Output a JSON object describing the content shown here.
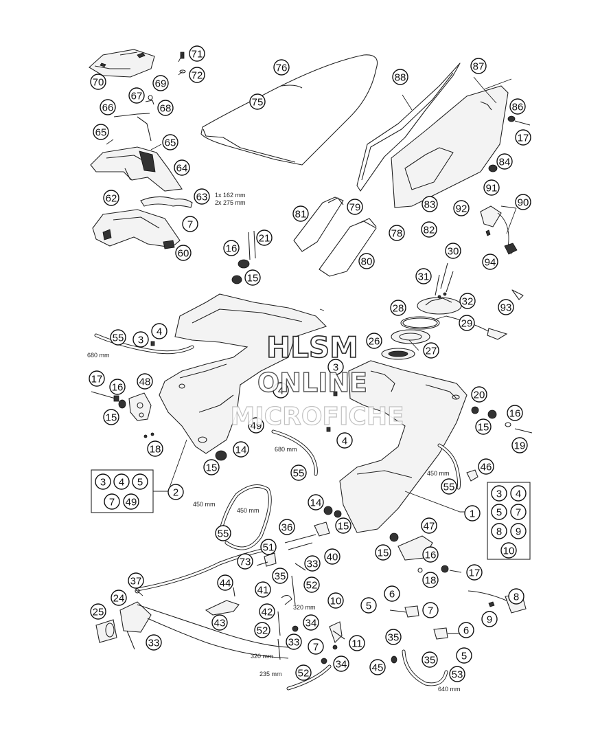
{
  "watermark": {
    "line1": "HLSM",
    "line2": "ONLINE",
    "line3": "MICROFICHE"
  },
  "dimensions": {
    "cut_lengths": "1x 162 mm",
    "cut_lengths_2": "2x 275 mm",
    "hose_680_left": "680 mm",
    "hose_680_mid": "680 mm",
    "hose_450_right": "450 mm",
    "hose_450_left": "450 mm",
    "hose_450_left_2": "450 mm",
    "hose_320_a": "320 mm",
    "hose_320_b": "320 mm",
    "hose_235": "235 mm",
    "hose_640": "640 mm"
  },
  "kit_boxes": {
    "left": [
      "3",
      "4",
      "5",
      "7",
      "49"
    ],
    "right": [
      "3",
      "4",
      "5",
      "7",
      "8",
      "9",
      "10"
    ]
  },
  "callouts": {
    "c70": "70",
    "c71": "71",
    "c72": "72",
    "c67": "67",
    "c69": "69",
    "c68": "68",
    "c66": "66",
    "c65a": "65",
    "c65b": "65",
    "c64": "64",
    "c63": "63",
    "c62": "62",
    "c7a": "7",
    "c60": "60",
    "c76": "76",
    "c75": "75",
    "c88": "88",
    "c87": "87",
    "c86": "86",
    "c17a": "17",
    "c84": "84",
    "c91": "91",
    "c90": "90",
    "c92": "92",
    "c83": "83",
    "c82": "82",
    "c94": "94",
    "c81": "81",
    "c79": "79",
    "c78": "78",
    "c80": "80",
    "c21": "21",
    "c16a": "16",
    "c15a": "15",
    "c30": "30",
    "c31": "31",
    "c32": "32",
    "c93": "93",
    "c28": "28",
    "c29": "29",
    "c26": "26",
    "c27": "27",
    "c55a": "55",
    "c3a": "3",
    "c4a": "4",
    "c3b": "3",
    "c4b": "4",
    "c4c": "4",
    "c49a": "49",
    "c17b": "17",
    "c16b": "16",
    "c48": "48",
    "c15b": "15",
    "c18a": "18",
    "c14a": "14",
    "c15c": "15",
    "c2": "2",
    "c55b": "55",
    "c20": "20",
    "c16c": "16",
    "c15d": "15",
    "c19": "19",
    "c46": "46",
    "c55c": "55",
    "c1": "1",
    "c14b": "14",
    "c15e": "15",
    "c55d": "55",
    "c36": "36",
    "c51": "51",
    "c40": "40",
    "c73": "73",
    "c35a": "35",
    "c33a": "33",
    "c52a": "52",
    "c47": "47",
    "c15f": "15",
    "c16d": "16",
    "c18b": "18",
    "c17c": "17",
    "c37": "37",
    "c24": "24",
    "c25": "25",
    "c33b": "33",
    "c44": "44",
    "c43": "43",
    "c41": "41",
    "c42": "42",
    "c52b": "52",
    "c34a": "34",
    "c33c": "33",
    "c10": "10",
    "c11": "11",
    "c7b": "7",
    "c34b": "34",
    "c52c": "52",
    "c5a": "5",
    "c6a": "6",
    "c7c": "7",
    "c35b": "35",
    "c6b": "6",
    "c5b": "5",
    "c45": "45",
    "c35c": "35",
    "c53": "53",
    "c8": "8",
    "c9": "9"
  }
}
